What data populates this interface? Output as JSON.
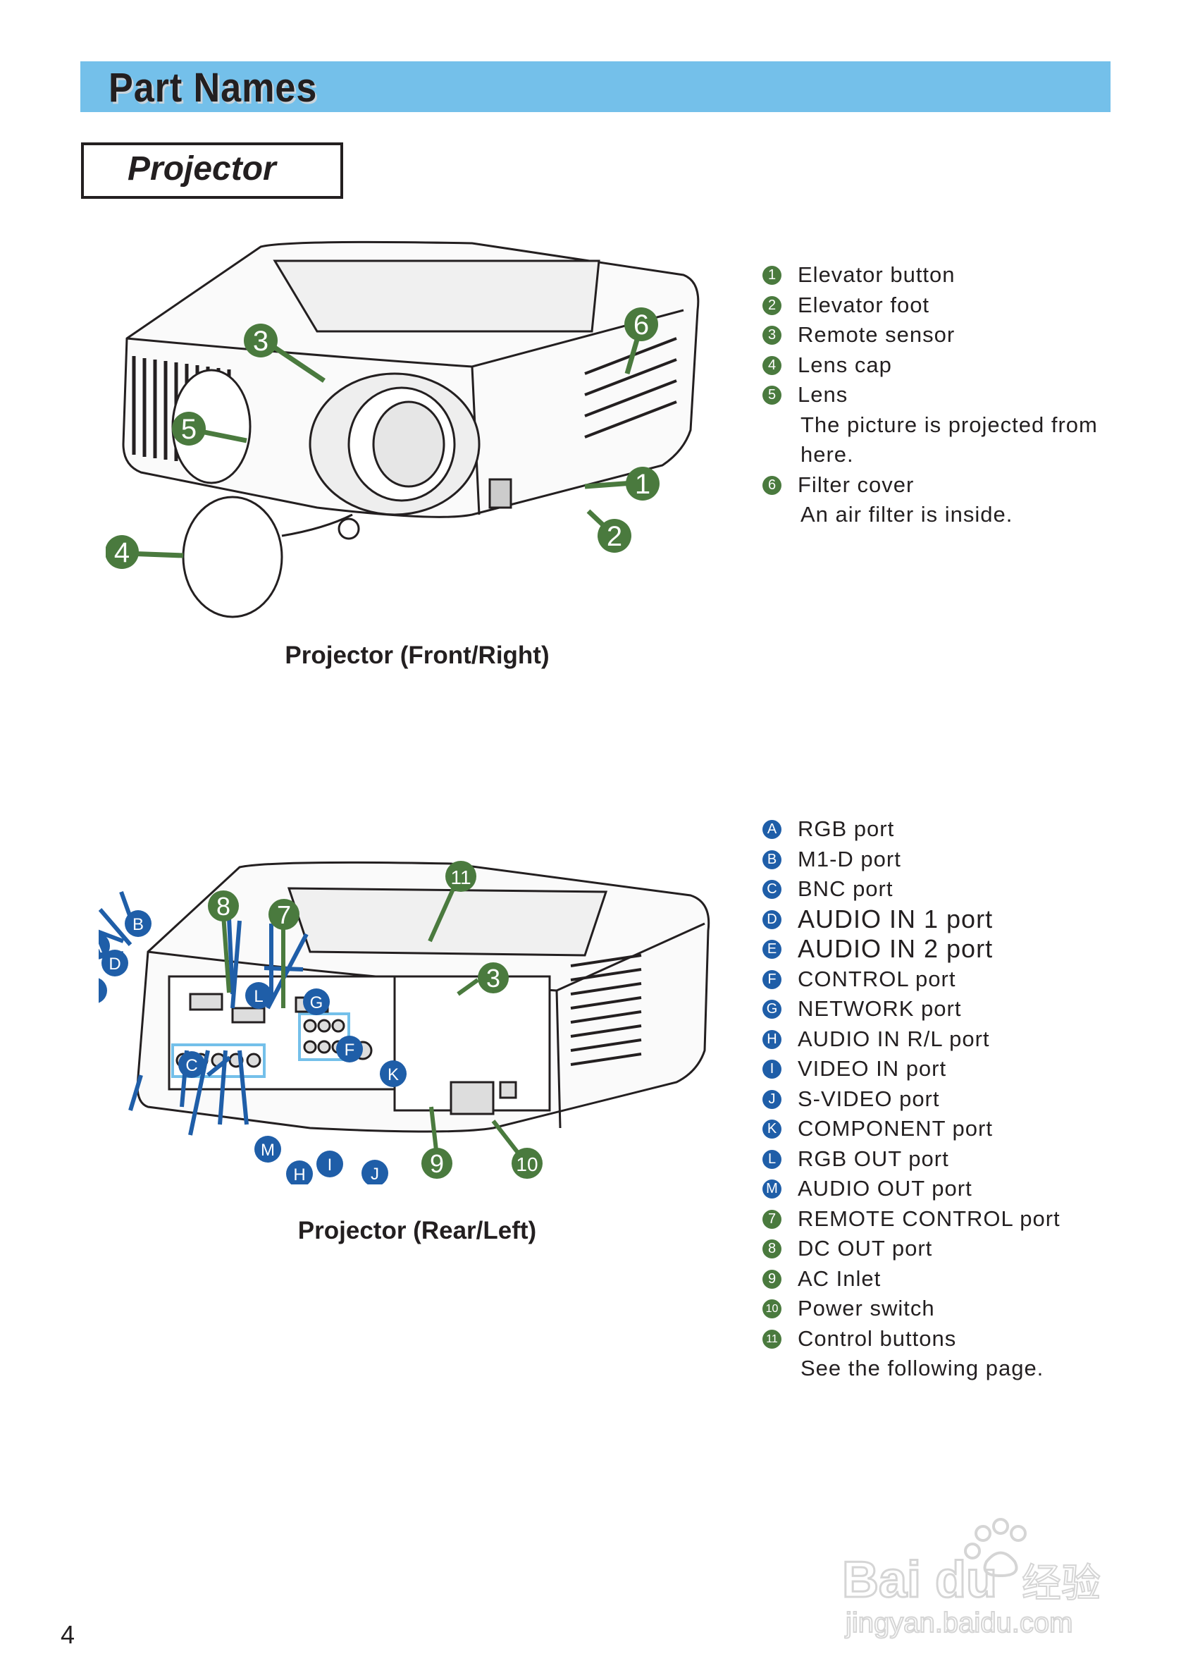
{
  "header": {
    "title": "Part Names"
  },
  "section": {
    "title": "Projector"
  },
  "colors": {
    "band": "#74c0ea",
    "green_badge": "#4a7a3e",
    "blue_badge": "#1f5ea8"
  },
  "front": {
    "caption": "Projector (Front/Right)",
    "items": [
      {
        "badge": "1",
        "label": "Elevator button"
      },
      {
        "badge": "2",
        "label": "Elevator foot"
      },
      {
        "badge": "3",
        "label": "Remote sensor"
      },
      {
        "badge": "4",
        "label": "Lens cap"
      },
      {
        "badge": "5",
        "label": "Lens",
        "note": "The picture is projected from here."
      },
      {
        "badge": "6",
        "label": "Filter cover",
        "note": "An air filter is inside."
      }
    ]
  },
  "rear": {
    "caption": "Projector (Rear/Left)",
    "items": [
      {
        "badge": "A",
        "label": "RGB port",
        "color": "blue"
      },
      {
        "badge": "B",
        "label": "M1-D port",
        "color": "blue"
      },
      {
        "badge": "C",
        "label": "BNC port",
        "color": "blue"
      },
      {
        "badge": "D",
        "label": "AUDIO IN 1 port",
        "color": "blue"
      },
      {
        "badge": "E",
        "label": "AUDIO IN 2 port",
        "color": "blue"
      },
      {
        "badge": "F",
        "label": "CONTROL port",
        "color": "blue"
      },
      {
        "badge": "G",
        "label": "NETWORK port",
        "color": "blue"
      },
      {
        "badge": "H",
        "label": "AUDIO IN R/L port",
        "color": "blue"
      },
      {
        "badge": "I",
        "label": "VIDEO IN port",
        "color": "blue"
      },
      {
        "badge": "J",
        "label": "S-VIDEO port",
        "color": "blue"
      },
      {
        "badge": "K",
        "label": "COMPONENT port",
        "color": "blue"
      },
      {
        "badge": "L",
        "label": "RGB OUT port",
        "color": "blue"
      },
      {
        "badge": "M",
        "label": "AUDIO OUT port",
        "color": "blue"
      },
      {
        "badge": "7",
        "label": "REMOTE CONTROL port",
        "color": "green"
      },
      {
        "badge": "8",
        "label": "DC OUT port",
        "color": "green"
      },
      {
        "badge": "9",
        "label": "AC Inlet",
        "color": "green"
      },
      {
        "badge": "10",
        "label": "Power switch",
        "color": "green"
      },
      {
        "badge": "11",
        "label": "Control buttons",
        "color": "green",
        "note": "See the following page."
      }
    ]
  },
  "page_number": "4",
  "watermark": "Baidu 经验 jingyan.baidu.com"
}
